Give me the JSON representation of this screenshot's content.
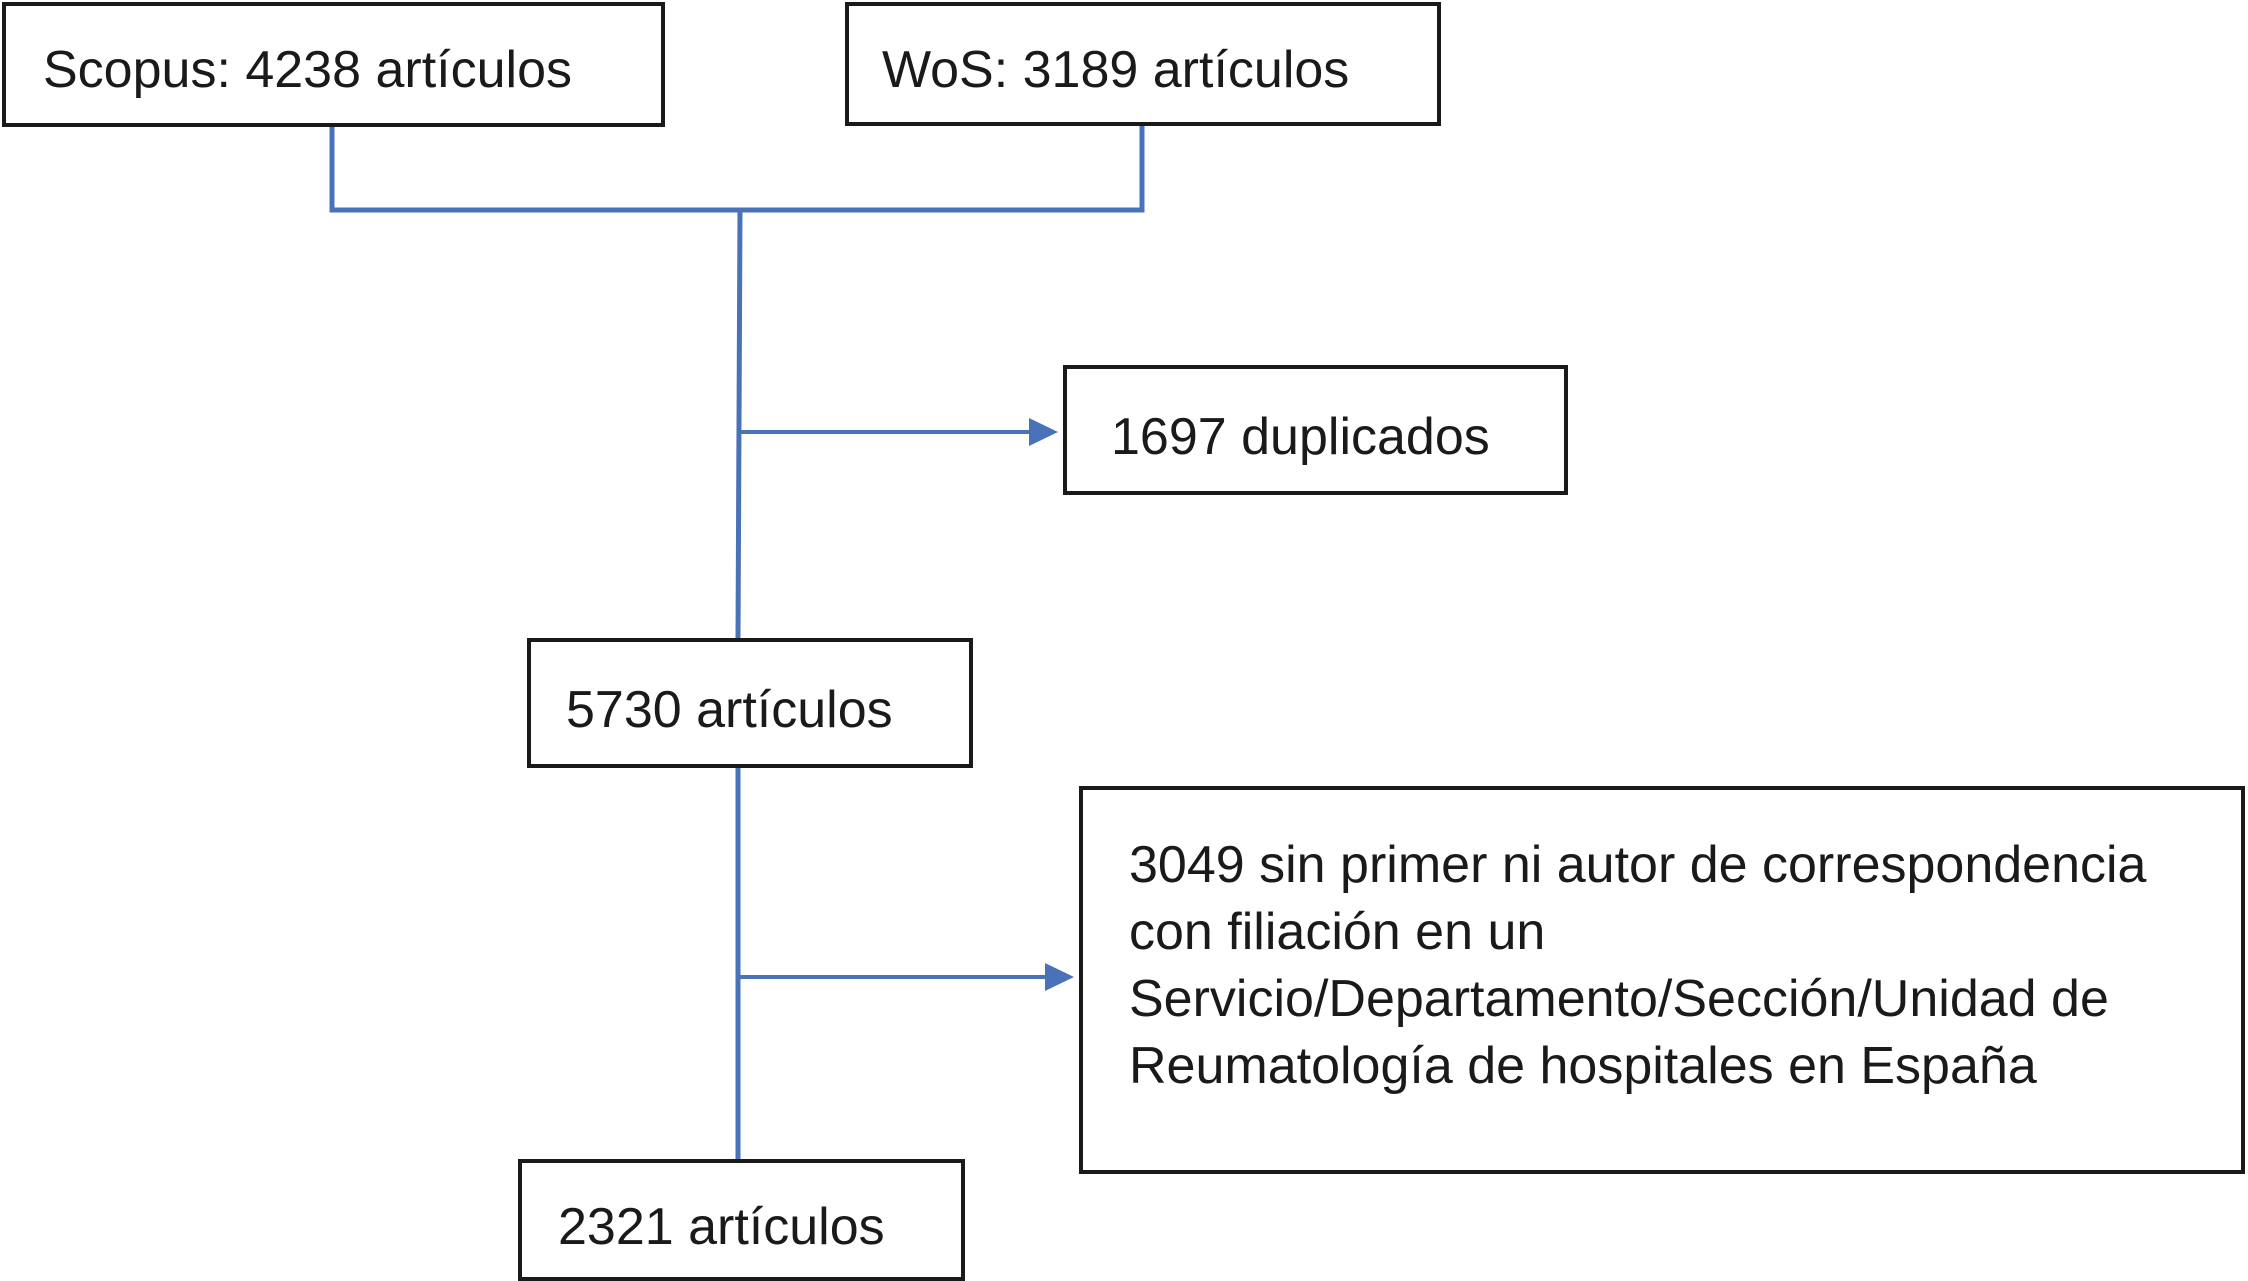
{
  "diagram": {
    "type": "flowchart",
    "connector_color": "#4a72b8",
    "box_border_color": "#1a1a1a",
    "nodes": {
      "scopus": "Scopus: 4238 artículos",
      "wos": "WoS: 3189 artículos",
      "duplicates": "1697 duplicados",
      "merged": "5730 artículos",
      "excluded": "3049 sin primer ni autor de correspondencia con filiación en un Servicio/Departamento/Sección/Unidad de Reumatología de hospitales en España",
      "final": "2321 artículos"
    }
  }
}
